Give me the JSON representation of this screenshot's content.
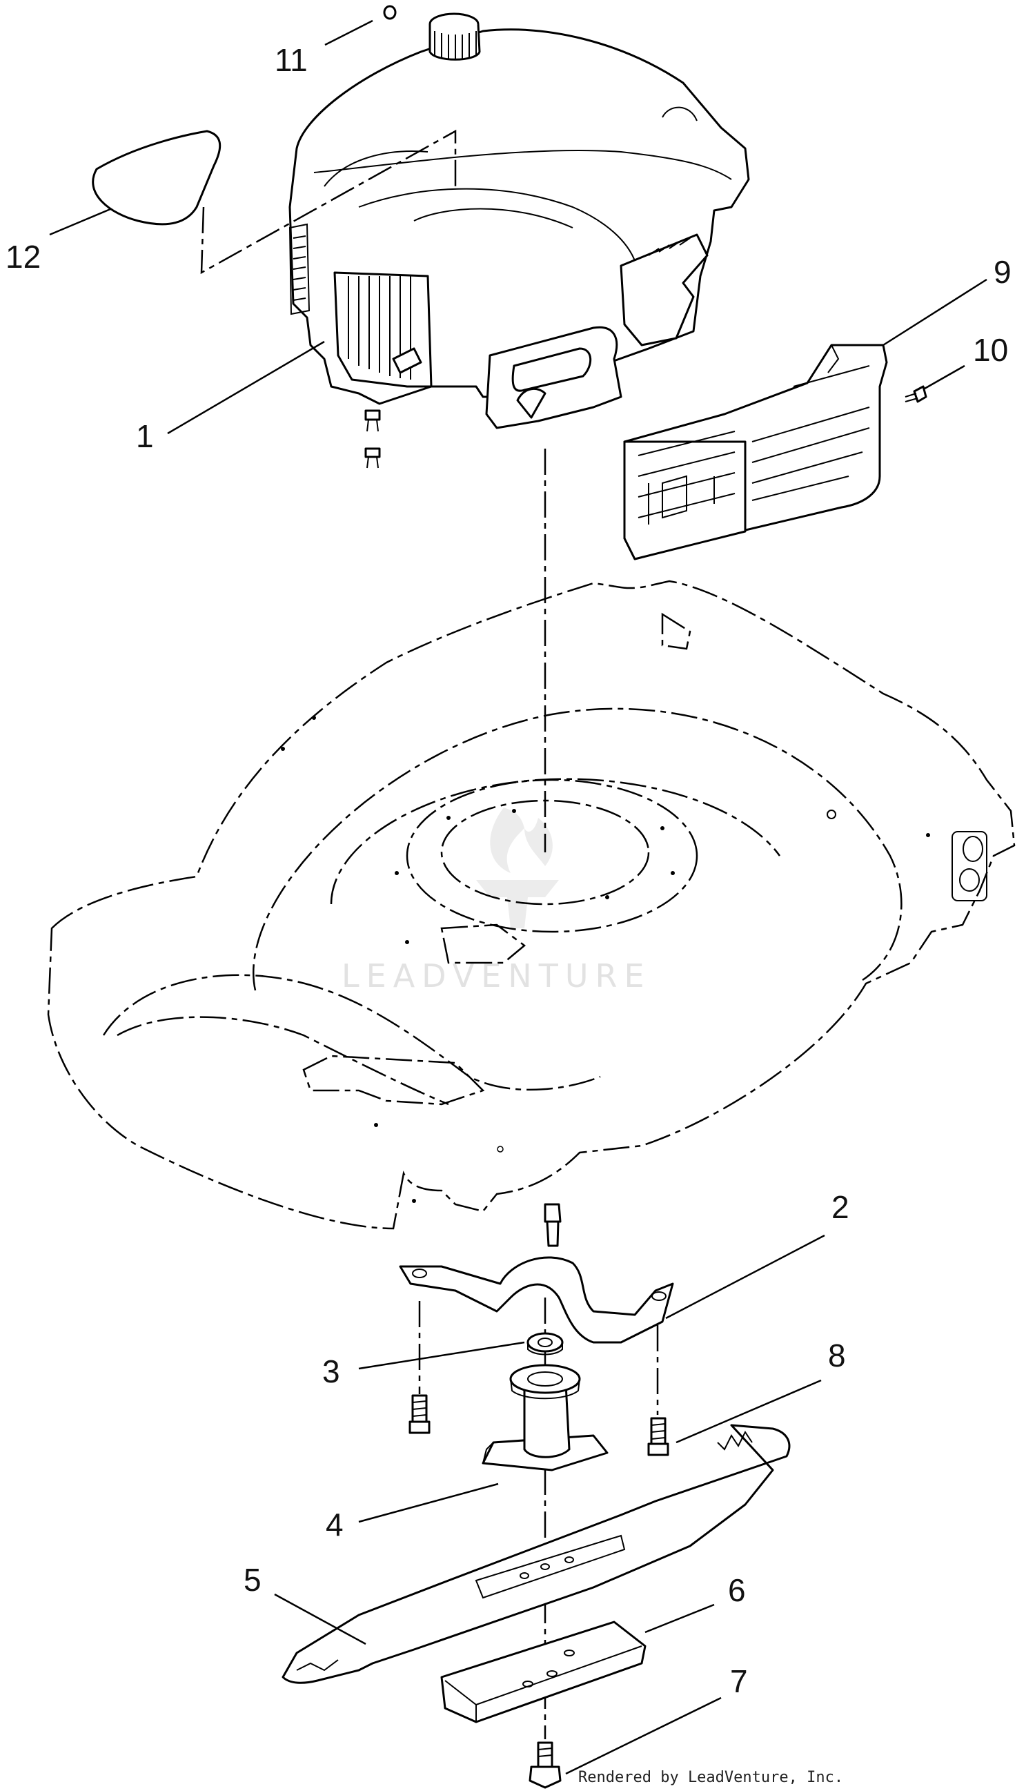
{
  "diagram": {
    "callouts": [
      "1",
      "2",
      "3",
      "4",
      "5",
      "6",
      "7",
      "8",
      "9",
      "10",
      "11",
      "12"
    ],
    "watermark": "LEADVENTURE",
    "credit": "Rendered by LeadVenture, Inc."
  }
}
